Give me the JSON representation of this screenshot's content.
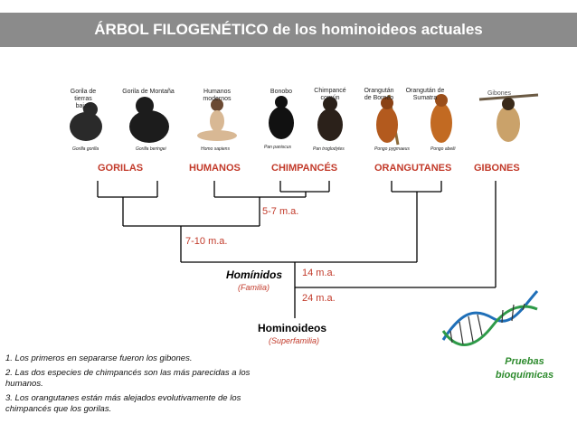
{
  "title": "ÁRBOL FILOGENÉTICO de los hominoideos actuales",
  "species": [
    {
      "label": "Gorila de tierras bajas",
      "sci": "Gorilla gorilla"
    },
    {
      "label": "Gorila de Montaña",
      "sci": "Gorilla beringei"
    },
    {
      "label": "Humanos modernos",
      "sci": "Homo sapiens"
    },
    {
      "label": "Bonobo",
      "sci": "Pan paniscus"
    },
    {
      "label": "Chimpancé común",
      "sci": "Pan troglodytes"
    },
    {
      "label": "Orangután de Borneo",
      "sci": "Pongo pygmaeus"
    },
    {
      "label": "Orangután de Sumatra",
      "sci": "Pongo abelii"
    },
    {
      "label": "Gibones",
      "sci": ""
    }
  ],
  "groups": [
    "GORILAS",
    "HUMANOS",
    "CHIMPANCÉS",
    "ORANGUTANES",
    "GIBONES"
  ],
  "times": {
    "t1": "5-7 m.a.",
    "t2": "7-10 m.a.",
    "t3": "14 m.a.",
    "t4": "24 m.a."
  },
  "nodes": {
    "hominidos": "Homínidos",
    "hominidos_sub": "(Familia)",
    "hominoideos": "Hominoideos",
    "hominoideos_sub": "(Superfamilia)"
  },
  "notes": [
    "1. Los primeros en separarse fueron los gibones.",
    "2. Las dos especies de chimpancés son las más parecidas a los humanos.",
    "3. Los orangutanes están más alejados evolutivamente de los chimpancés que los gorilas."
  ],
  "proof": "Pruebas bioquímicas",
  "colors": {
    "title_bar": "#8b8b8b",
    "label_red": "#c23a2a",
    "proof_green": "#2e8b2e"
  }
}
